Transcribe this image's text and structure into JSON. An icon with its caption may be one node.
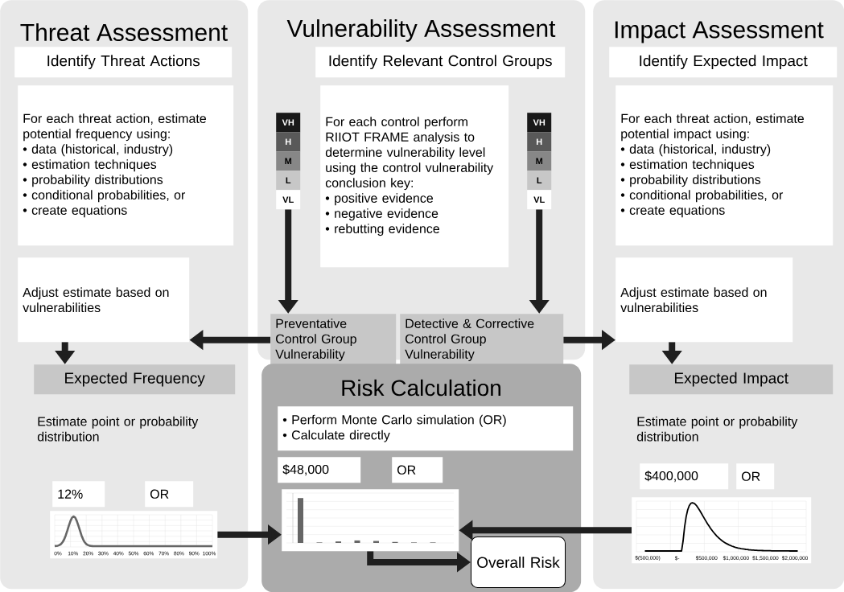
{
  "diagram": {
    "nodes": [
      {
        "text": [
          "Threat Assessment"
        ]
      },
      {
        "text": [
          "Identify Threat Actions"
        ],
        "in": 0
      },
      {
        "text": [
          "For each threat action, estimate potential frequency using:",
          "• data (historical, industry)",
          "• estimation techniques",
          "• probability distributions",
          "• conditional probabilities, or",
          "• create equations"
        ],
        "in": 0
      },
      {
        "text": [
          "Adjust estimate based on vulnerabilities"
        ],
        "in": 0
      },
      {
        "text": [
          "Expected Frequency"
        ],
        "in": 0
      },
      {
        "text": [
          "Estimate point or probability distribution"
        ],
        "in": 0
      },
      {
        "text": [
          "12%"
        ],
        "in": 0
      },
      {
        "text": [
          "OR"
        ],
        "in": 0
      },
      {
        "text": [],
        "shape": "picture",
        "in": 0
      },
      {
        "text": [
          "Vulnerability Assessment"
        ]
      },
      {
        "text": [
          "Identify Relevant Control Groups"
        ],
        "in": 9
      },
      {
        "text": [
          "VH",
          "H",
          "M",
          "L",
          "VL"
        ],
        "in": 9
      },
      {
        "text": [
          "For each control perform RIIOT FRAME analysis to determine vulnerability level using the control vulnerability conclusion key:",
          "• positive evidence",
          "• negative evidence",
          "• rebutting evidence"
        ],
        "in": 9
      },
      {
        "text": [
          "VH",
          "H",
          "M",
          "L",
          "VL"
        ],
        "in": 9
      },
      {
        "text": [
          "Preventative Control Group Vulnerability"
        ],
        "in": 9
      },
      {
        "text": [
          "Detective & Corrective Control Group Vulnerability"
        ],
        "in": 9
      },
      {
        "text": [
          "Risk Calculation"
        ]
      },
      {
        "text": [
          "• Perform Monte Carlo simulation (OR)",
          "• Calculate directly"
        ],
        "in": 16
      },
      {
        "text": [
          "$48,000"
        ],
        "in": 16
      },
      {
        "text": [
          "OR"
        ],
        "in": 16
      },
      {
        "text": [],
        "shape": "picture",
        "in": 16
      },
      {
        "text": [
          "Overall Risk"
        ],
        "in": 16
      },
      {
        "text": [
          "Impact Assessment"
        ]
      },
      {
        "text": [
          "Identify Expected Impact"
        ],
        "in": 22
      },
      {
        "text": [
          "For each threat action, estimate potential impact using:",
          "• data (historical, industry)",
          "• estimation techniques",
          "• probability distributions",
          "• conditional probabilities, or",
          "• create equations"
        ],
        "in": 22
      },
      {
        "text": [
          "Adjust estimate based on vulnerabilities"
        ],
        "in": 22
      },
      {
        "text": [
          "Expected Impact"
        ],
        "in": 22
      },
      {
        "text": [
          "Estimate point or probability distribution"
        ],
        "in": 22
      },
      {
        "text": [
          "$400,000"
        ],
        "in": 22
      },
      {
        "text": [
          "OR"
        ],
        "in": 22
      },
      {
        "text": [],
        "shape": "picture",
        "in": 22
      }
    ],
    "edges": [
      {
        "from": 11,
        "to": 14,
        "arrow": "to"
      },
      {
        "from": 13,
        "to": 15,
        "arrow": "to"
      },
      {
        "from": 14,
        "to": 3,
        "arrow": "to"
      },
      {
        "from": 15,
        "to": 25,
        "arrow": "to"
      },
      {
        "from": 3,
        "to": 4,
        "arrow": "to"
      },
      {
        "from": 25,
        "to": 26,
        "arrow": "to"
      },
      {
        "from": 8,
        "to": 20,
        "arrow": "to"
      },
      {
        "from": 30,
        "to": 20,
        "arrow": "to"
      },
      {
        "from": 20,
        "to": 21,
        "arrow": "to"
      }
    ],
    "labels": [
      "0%",
      "10%",
      "20%",
      "30%",
      "40%",
      "50%",
      "60%",
      "70%",
      "80%",
      "90%",
      "100%",
      "$(500,000)",
      "$-",
      "$500,000",
      "$1,000,000",
      "$1,500,000",
      "$2,000,000"
    ]
  }
}
